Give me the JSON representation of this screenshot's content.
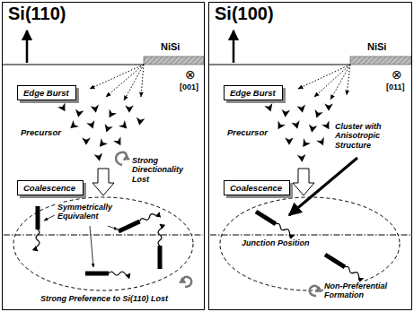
{
  "diagram": {
    "nodes": [
      {
        "text": [
          "Si(110)"
        ]
      },
      {
        "text": [
          "Edge Burst"
        ],
        "in": 0
      },
      {
        "text": [
          "Coalescence"
        ],
        "in": 0
      },
      {
        "text": [
          "Si(100)"
        ]
      },
      {
        "text": [
          "Edge Burst"
        ],
        "in": 3
      },
      {
        "text": [
          "Coalescence"
        ],
        "in": 3
      }
    ],
    "labels": [
      "NiSi",
      "⊗",
      "[001]",
      "Precursor",
      "Strong Directionality Lost",
      "Symmetrically Equivalent",
      "Strong Preference to Si(110) Lost",
      "NiSi",
      "⊗",
      "[011]",
      "Precursor",
      "Cluster with Anisotropic Structure",
      "Junction Position",
      "Non-Preferential Formation"
    ]
  }
}
